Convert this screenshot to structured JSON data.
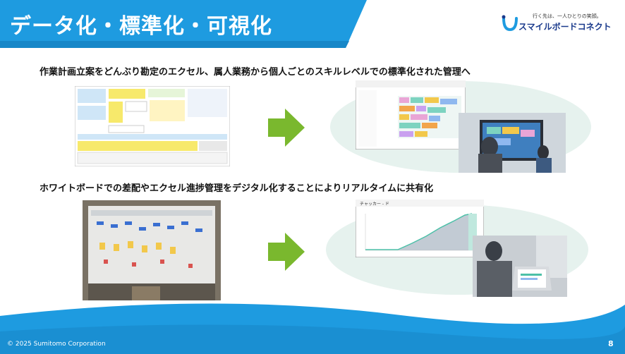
{
  "header": {
    "title": "データ化・標準化・可視化",
    "brand_tagline": "行く先は、一人ひとりの笑顔。",
    "brand_name": "スマイルボードコネクト"
  },
  "section1": {
    "caption": "作業計画立案をどんぶり勘定のエクセル、属人業務から個人ごとのスキルレベルでの標準化された管理へ"
  },
  "section2": {
    "caption": "ホワイトボードでの差配やエクセル進捗管理をデジタル化することによりリアルタイムに共有化",
    "app_title": "チャッカー - ド"
  },
  "footer": {
    "copyright": "© 2025 Sumitomo Corporation",
    "page_number": "8"
  },
  "colors": {
    "brand_blue": "#1e9be0",
    "arrow_green": "#7ab82e",
    "blob_green": "#e6f2ee",
    "chart_teal": "#4cc0a8"
  }
}
